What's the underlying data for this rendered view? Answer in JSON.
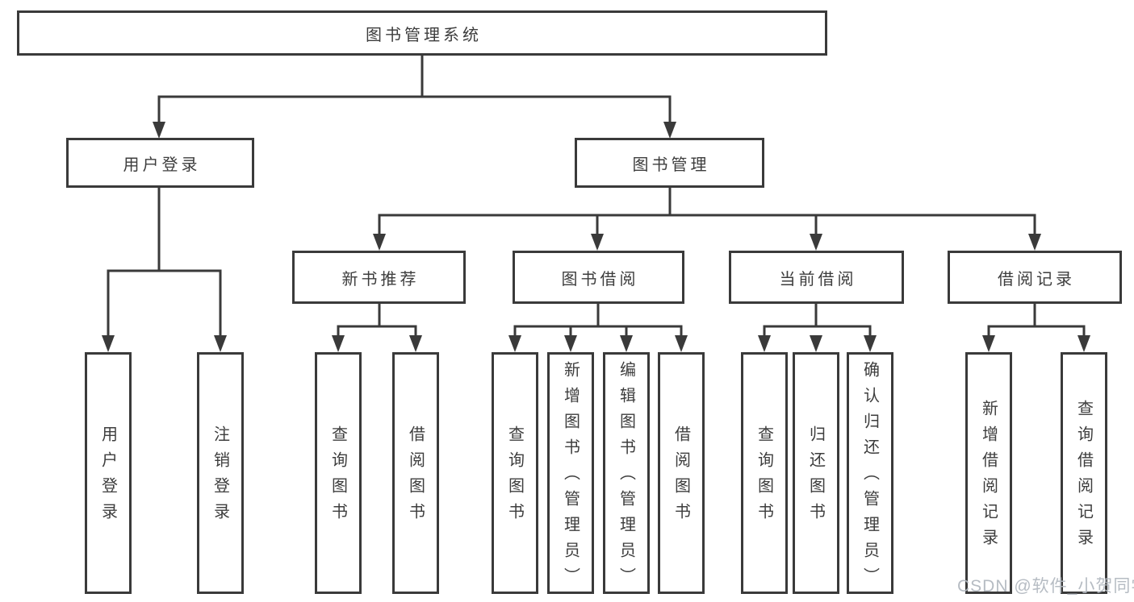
{
  "diagram": {
    "root": {
      "label": "图书管理系统"
    },
    "level2": [
      {
        "label": "用户登录"
      },
      {
        "label": "图书管理"
      }
    ],
    "level3": [
      {
        "label": "新书推荐"
      },
      {
        "label": "图书借阅"
      },
      {
        "label": "当前借阅"
      },
      {
        "label": "借阅记录"
      }
    ],
    "leaves": {
      "login": [
        "用户登录",
        "注销登录"
      ],
      "recommend": [
        "查询图书",
        "借阅图书"
      ],
      "borrow": [
        "查询图书",
        "新增图书（管理员）",
        "编辑图书（管理员）",
        "借阅图书"
      ],
      "current": [
        "查询图书",
        "归还图书",
        "确认归还（管理员）"
      ],
      "records": [
        "新增借阅记录",
        "查询借阅记录"
      ]
    }
  },
  "watermark": {
    "text": "CSDN @软件_小贺同学"
  },
  "colors": {
    "line": "#3a3a3a",
    "text": "#3d3d3d",
    "watermark": "#b2b8c0",
    "background": "#ffffff"
  }
}
